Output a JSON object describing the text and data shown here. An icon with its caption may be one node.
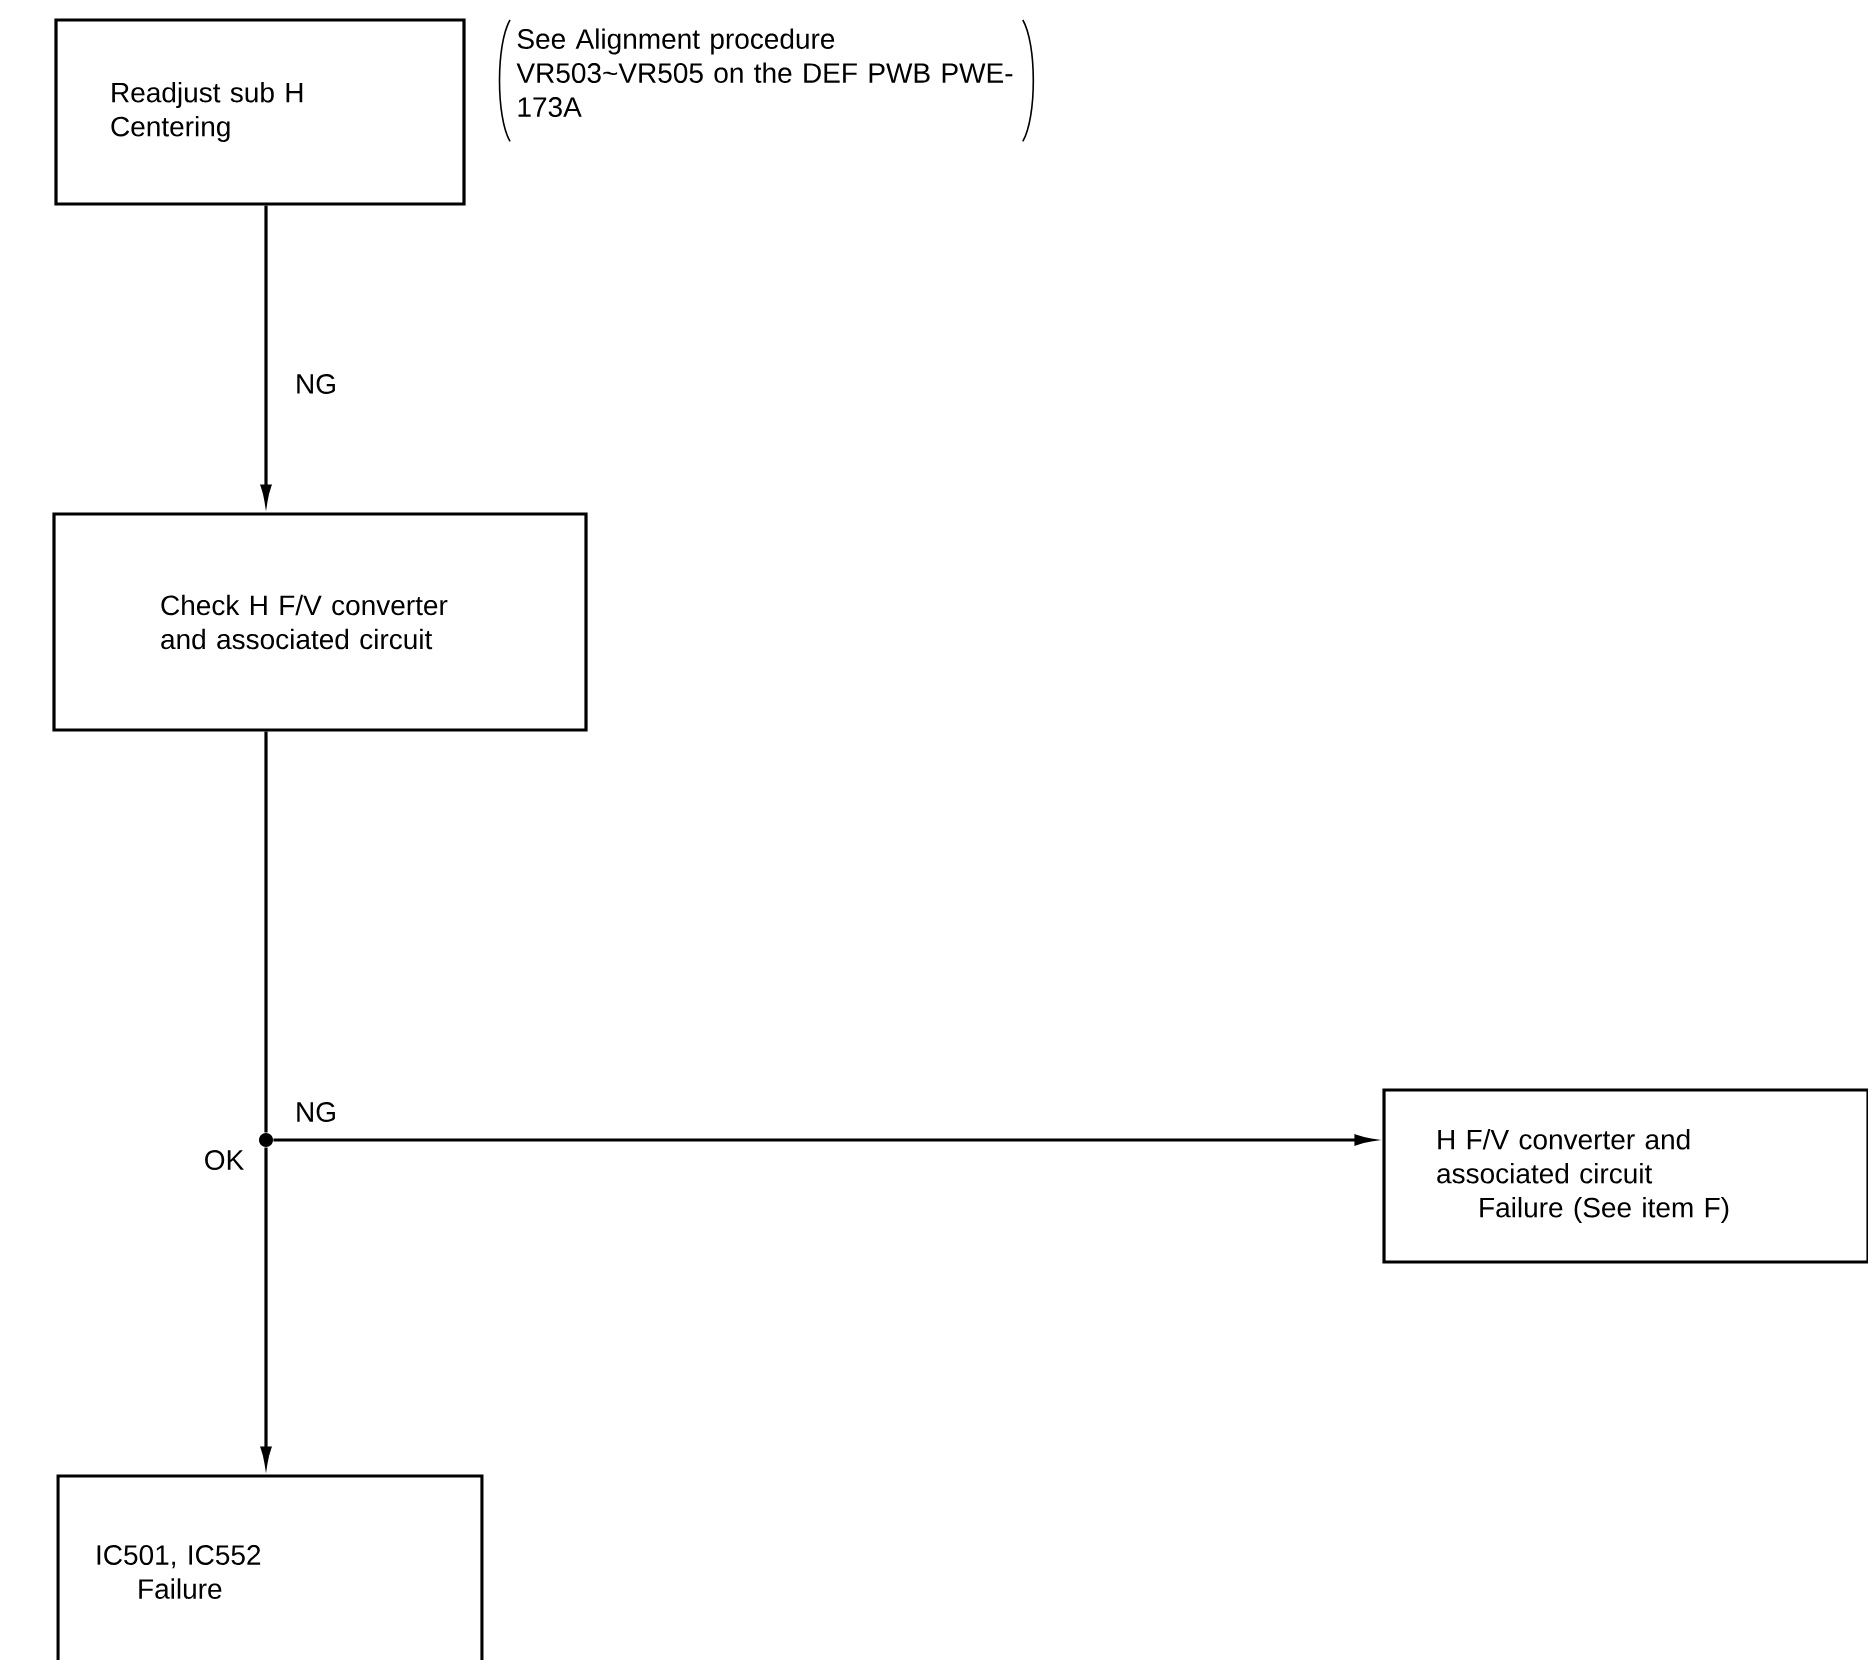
{
  "diagram": {
    "nodes": [
      {
        "text": [
          "Readjust sub H Centering"
        ],
        "beside": [
          "See Alignment procedure VR503~VR505 on the DEF PWB PWE-173A"
        ]
      },
      {
        "text": [
          "Check H F/V converter and associated circuit"
        ]
      },
      {
        "text": [],
        "shape": "circle"
      },
      {
        "text": [
          "H F/V converter and associated circuit",
          "Failure (See item F)"
        ]
      },
      {
        "text": [
          "IC501, IC552",
          "Failure"
        ]
      }
    ],
    "edges": [
      {
        "from": 0,
        "to": 1,
        "arrow": "to",
        "label": "NG"
      },
      {
        "from": 1,
        "to": 2,
        "arrow": "none"
      },
      {
        "from": 2,
        "to": 3,
        "arrow": "to",
        "label": "NG"
      },
      {
        "from": 2,
        "to": 4,
        "arrow": "to",
        "label": "OK"
      }
    ]
  }
}
